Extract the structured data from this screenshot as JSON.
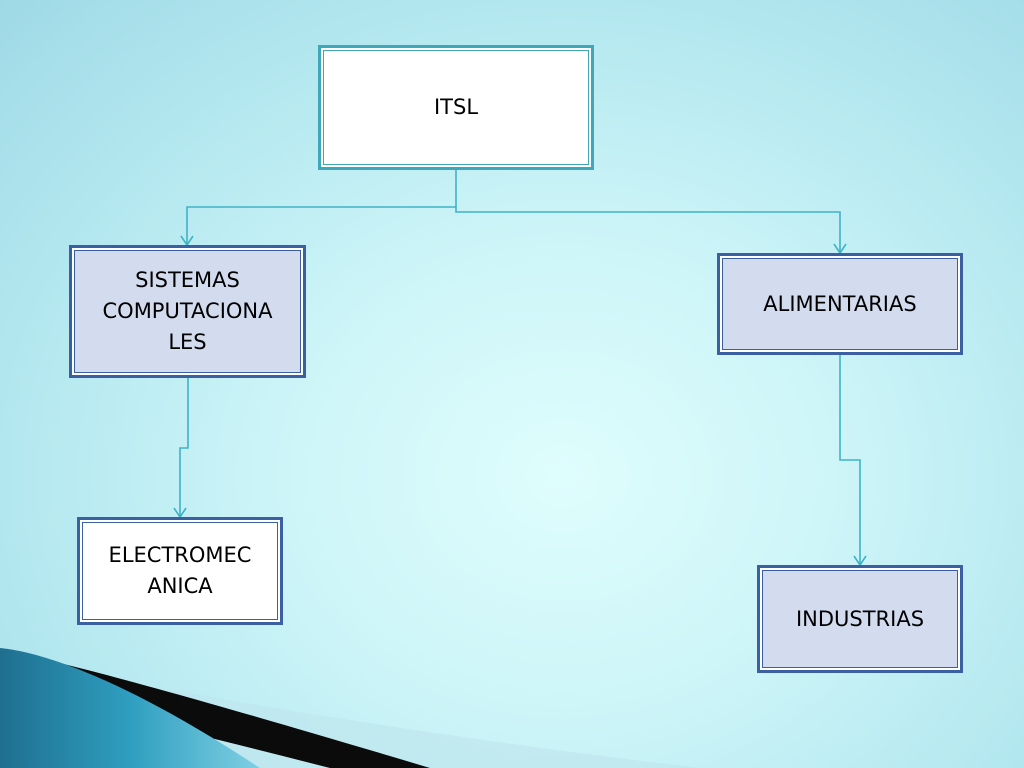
{
  "colors": {
    "connector": "#3fb3c6",
    "root_border": "#3fa7ba",
    "box_border": "#3a5fa3",
    "box_fill": "#d3dcef",
    "background": "#cdf5f8"
  },
  "nodes": {
    "root": "ITSL",
    "sistemas": "SISTEMAS\nCOMPUTACIONA\nLES",
    "alimentarias": "ALIMENTARIAS",
    "electromecanica": "ELECTROMEC\nANICA",
    "industrias": "INDUSTRIAS"
  },
  "edges": [
    {
      "from": "root",
      "to": "sistemas"
    },
    {
      "from": "root",
      "to": "alimentarias"
    },
    {
      "from": "sistemas",
      "to": "electromecanica"
    },
    {
      "from": "alimentarias",
      "to": "industrias"
    }
  ]
}
